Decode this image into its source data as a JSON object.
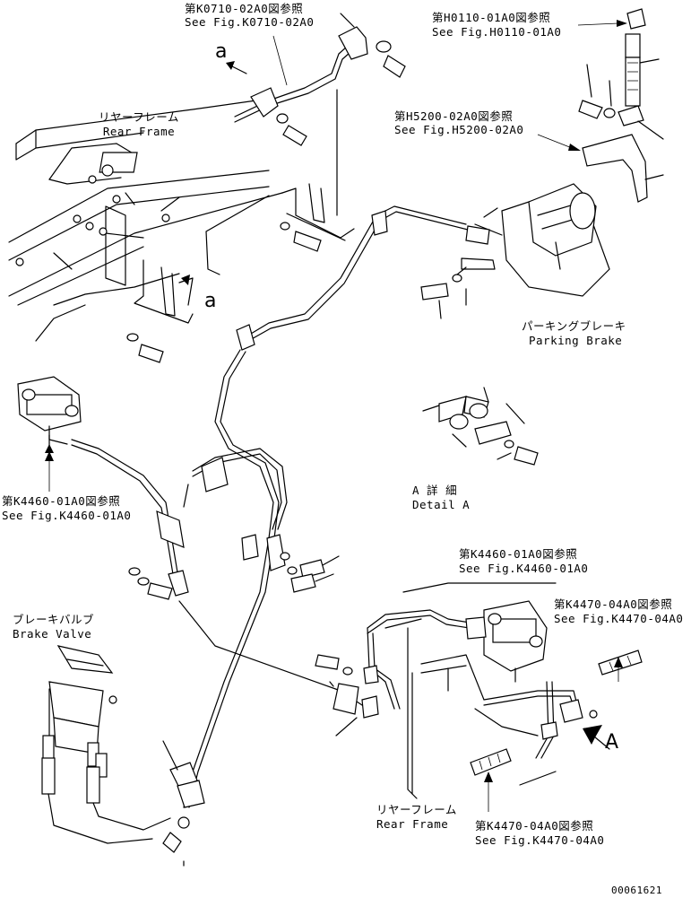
{
  "callouts": {
    "k0710": {
      "jp": "第K0710-02A0図参照",
      "en": "See Fig.K0710-02A0"
    },
    "h0110": {
      "jp": "第H0110-01A0図参照",
      "en": "See Fig.H0110-01A0"
    },
    "h5200": {
      "jp": "第H5200-02A0図参照",
      "en": "See Fig.H5200-02A0"
    },
    "k4460_left": {
      "jp": "第K4460-01A0図参照",
      "en": "See Fig.K4460-01A0"
    },
    "k4460_right": {
      "jp": "第K4460-01A0図参照",
      "en": "See Fig.K4460-01A0"
    },
    "k4470_right": {
      "jp": "第K4470-04A0図参照",
      "en": "See Fig.K4470-04A0"
    },
    "k4470_bottom": {
      "jp": "第K4470-04A0図参照",
      "en": "See Fig.K4470-04A0"
    }
  },
  "labels": {
    "rear_frame_top": {
      "jp": "リヤーフレーム",
      "en": "Rear Frame"
    },
    "rear_frame_bottom": {
      "jp": "リヤーフレーム",
      "en": "Rear Frame"
    },
    "parking_brake": {
      "jp": "パーキングブレーキ",
      "en": "Parking Brake"
    },
    "brake_valve": {
      "jp": "ブレーキバルブ",
      "en": "Brake Valve"
    },
    "detail_a": {
      "jp": "A 詳 細",
      "en": "Detail A"
    },
    "view_a_top": "a",
    "view_a_mid": "a",
    "view_A": "A"
  },
  "drawing_number": "00061621"
}
